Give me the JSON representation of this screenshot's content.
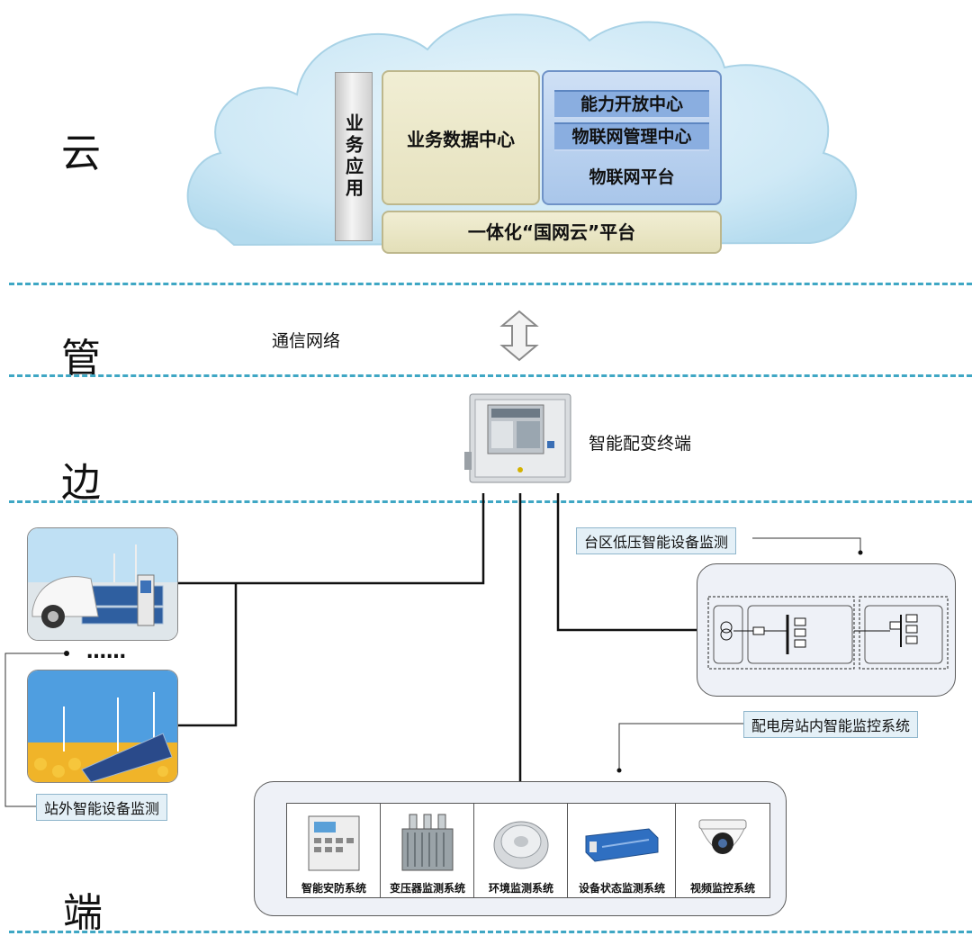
{
  "layers": {
    "cloud": "云",
    "pipe": "管",
    "edge": "边",
    "end": "端"
  },
  "cloud": {
    "business_app": "业务应用",
    "data_center": "业务数据中心",
    "capability_center": "能力开放中心",
    "iot_management": "物联网管理中心",
    "iot_platform": "物联网平台",
    "sgcloud": "一体化“国网云”平台"
  },
  "pipe": {
    "network_label": "通信网络"
  },
  "edge": {
    "terminal_label": "智能配变终端"
  },
  "end": {
    "lv_monitor_tag": "台区低压智能设备监测",
    "substation_tag": "配电房站内智能监控系统",
    "outside_tag": "站外智能设备监测",
    "ellipsis": "……",
    "systems": [
      "智能安防系统",
      "变压器监测系统",
      "环境监测系统",
      "设备状态监测系统",
      "视频监控系统"
    ]
  },
  "colors": {
    "divider": "#3fa7c4",
    "cloud_fill": "#cde9f6",
    "panel_fill": "#eef1f7",
    "iot_fill": "#a9c6ea",
    "data_fill": "#efecd0"
  }
}
